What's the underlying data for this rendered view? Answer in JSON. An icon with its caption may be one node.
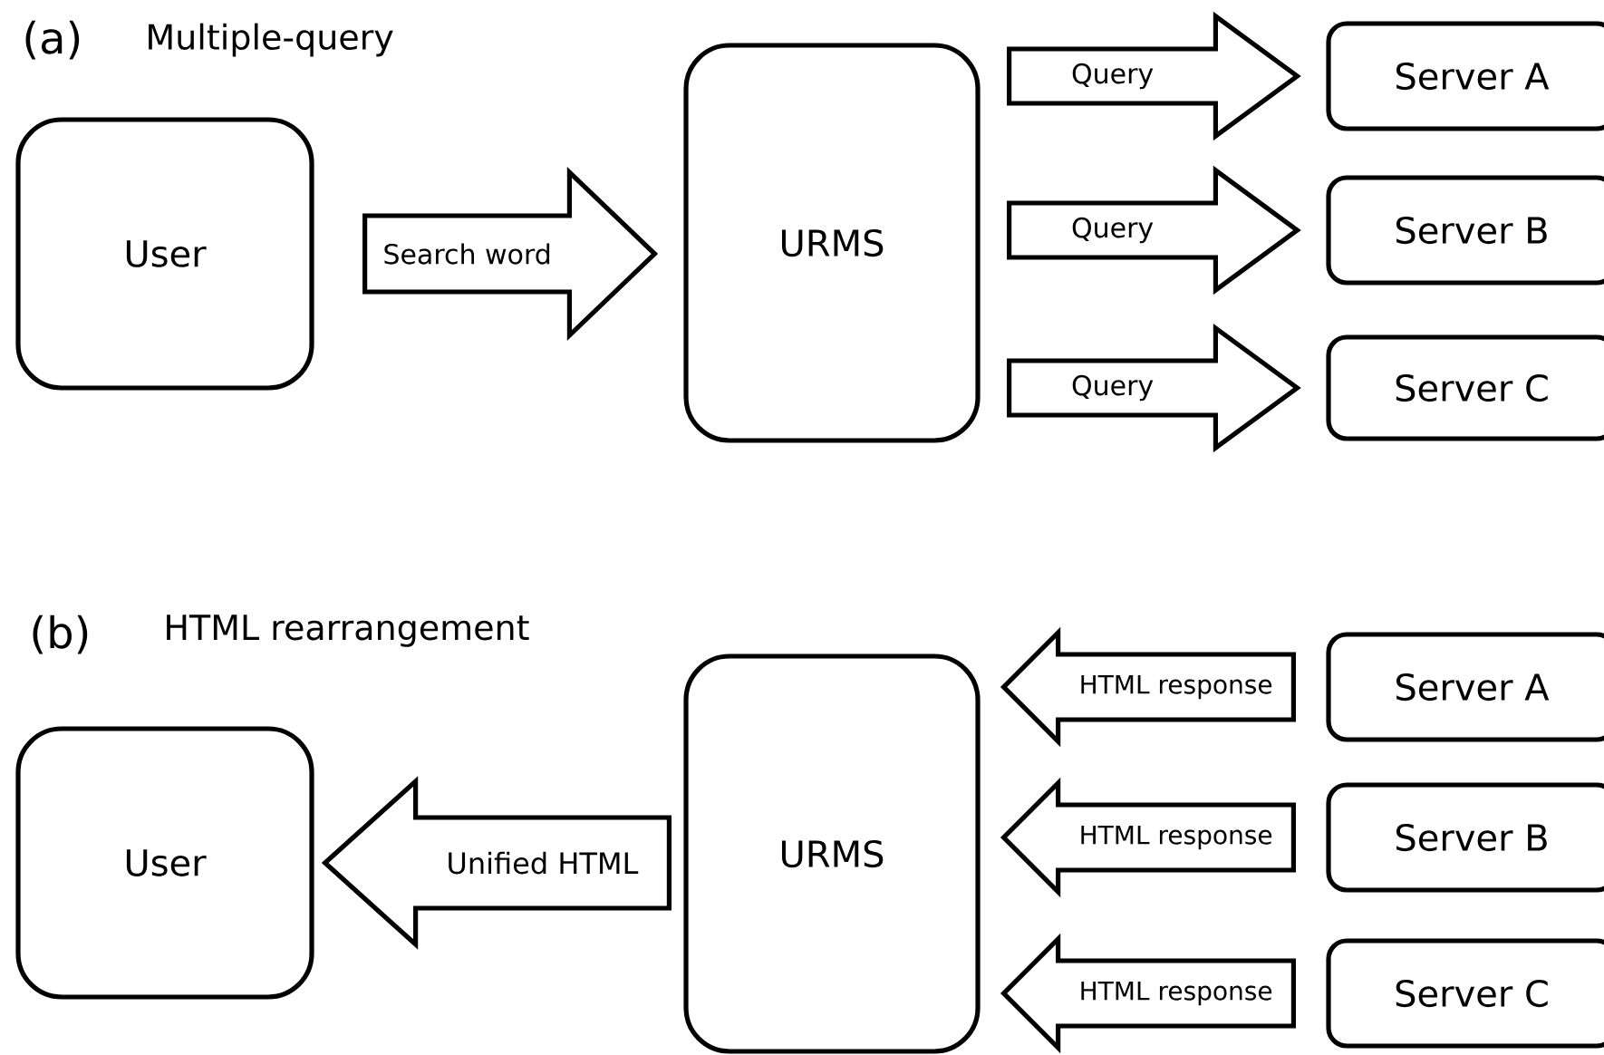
{
  "diagram": {
    "nodes": [
      {
        "text": [
          "User"
        ]
      },
      {
        "text": [
          "URMS"
        ]
      },
      {
        "text": [
          "Server A"
        ]
      },
      {
        "text": [
          "Server B"
        ]
      },
      {
        "text": [
          "Server C"
        ]
      },
      {
        "text": [
          "User"
        ]
      },
      {
        "text": [
          "URMS"
        ]
      },
      {
        "text": [
          "Server A"
        ]
      },
      {
        "text": [
          "Server B"
        ]
      },
      {
        "text": [
          "Server C"
        ]
      }
    ],
    "edges": [
      {
        "from": 0,
        "to": 1,
        "arrow": "to",
        "label": "Search word"
      },
      {
        "from": 1,
        "to": 2,
        "arrow": "to",
        "label": "Query"
      },
      {
        "from": 1,
        "to": 3,
        "arrow": "to",
        "label": "Query"
      },
      {
        "from": 1,
        "to": 4,
        "arrow": "to",
        "label": "Query"
      },
      {
        "from": 7,
        "to": 6,
        "arrow": "to",
        "label": "HTML response"
      },
      {
        "from": 8,
        "to": 6,
        "arrow": "to",
        "label": "HTML response"
      },
      {
        "from": 9,
        "to": 6,
        "arrow": "to",
        "label": "HTML response"
      },
      {
        "from": 6,
        "to": 5,
        "arrow": "to",
        "label": "Unified HTML"
      }
    ],
    "labels": [
      "(a)",
      "Multiple-query",
      "(b)",
      "HTML rearrangement"
    ]
  }
}
